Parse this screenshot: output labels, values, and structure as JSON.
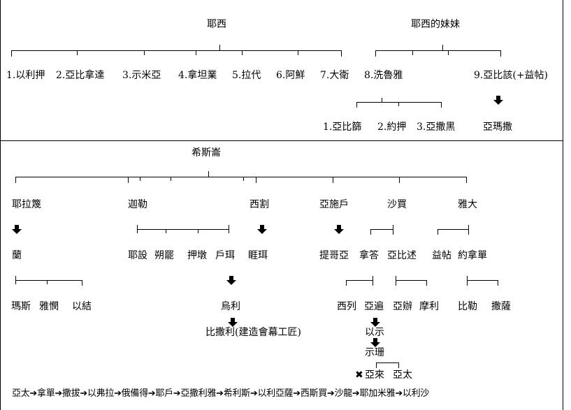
{
  "section1": {
    "parent_a": "耶西",
    "parent_b": "耶西的妹妹",
    "sons": [
      "1.以利押",
      "2.亞比拿達",
      "3.示米亞",
      "4.拿坦業",
      "5.拉代",
      "6.阿鮮",
      "7.大衛",
      "8.洗魯雅"
    ],
    "son9": "9.亞比該(+益帖)",
    "zeruiah_sons": [
      "1.亞比篩",
      "2.約押",
      "3.亞撒黑"
    ],
    "amasa": "亞瑪撒"
  },
  "section2": {
    "root": "希斯崙",
    "children": [
      "耶拉篾",
      "迦勒",
      "西割",
      "亞施戶",
      "沙買",
      "雅大"
    ],
    "jerahmeel_child": "蘭",
    "ram_children": [
      "瑪斯",
      "雅憫",
      "以結"
    ],
    "caleb_children": [
      "耶設",
      "朔罷",
      "押墩",
      "戶珥"
    ],
    "segub_child": "睚珥",
    "ashhur_child": "提哥亞",
    "shammai_children": [
      "拿答",
      "亞比述"
    ],
    "jada_children": [
      "益帖",
      "約拿單"
    ],
    "hur_child": "烏利",
    "bezalel": "比撒利(建造會幕工匠)",
    "nadab_children": [
      "西列",
      "亞遍"
    ],
    "abishur_children": [
      "亞辦",
      "摩利"
    ],
    "jonathan_children": [
      "比勒",
      "撒薩"
    ],
    "ishi": "以示",
    "sheshan": "示珊",
    "ahlai": "亞來",
    "attai": "亞太",
    "x_mark": "✖",
    "chain": "亞太➔拿單➔撒拔➔以弗拉➔俄備得➔耶戶➔亞撒利雅➔希利斯➔以利亞薩➔西斯買➔沙龍➔耶加米雅➔以利沙"
  }
}
